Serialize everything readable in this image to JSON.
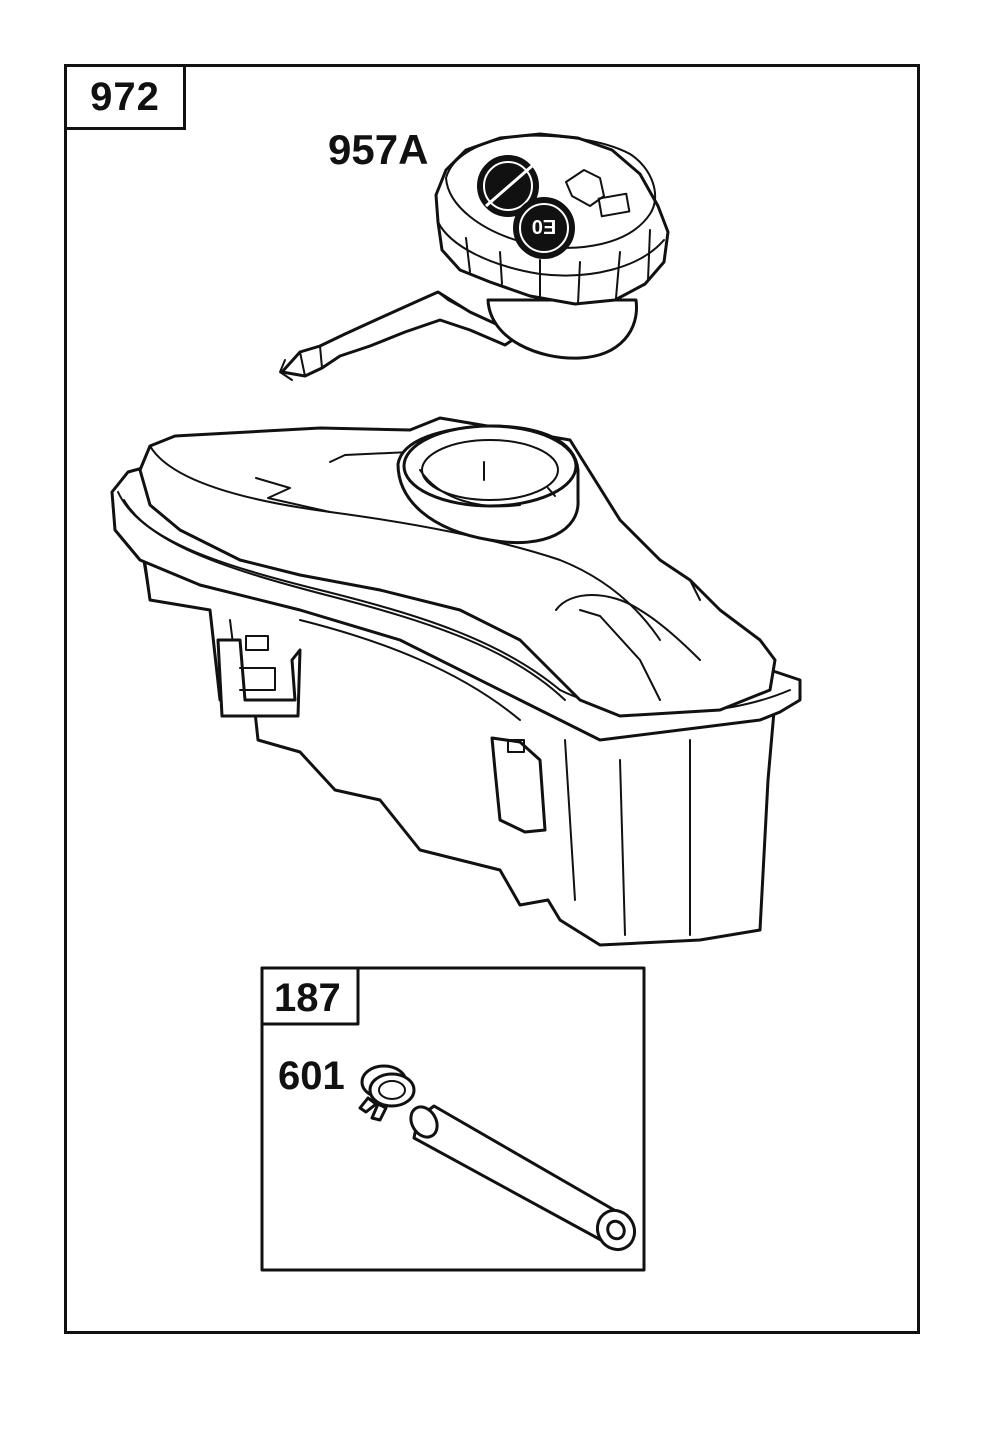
{
  "kit": {
    "number": "972"
  },
  "cap": {
    "label": "957A",
    "emblem_text": "E0"
  },
  "hose_kit": {
    "number": "187"
  },
  "clamp": {
    "label": "601"
  },
  "colors": {
    "line": "#111111",
    "background": "#ffffff"
  },
  "icons": [
    "fuel-cap-icon",
    "fuel-tank-icon",
    "hose-clamp-icon",
    "fuel-hose-icon"
  ]
}
